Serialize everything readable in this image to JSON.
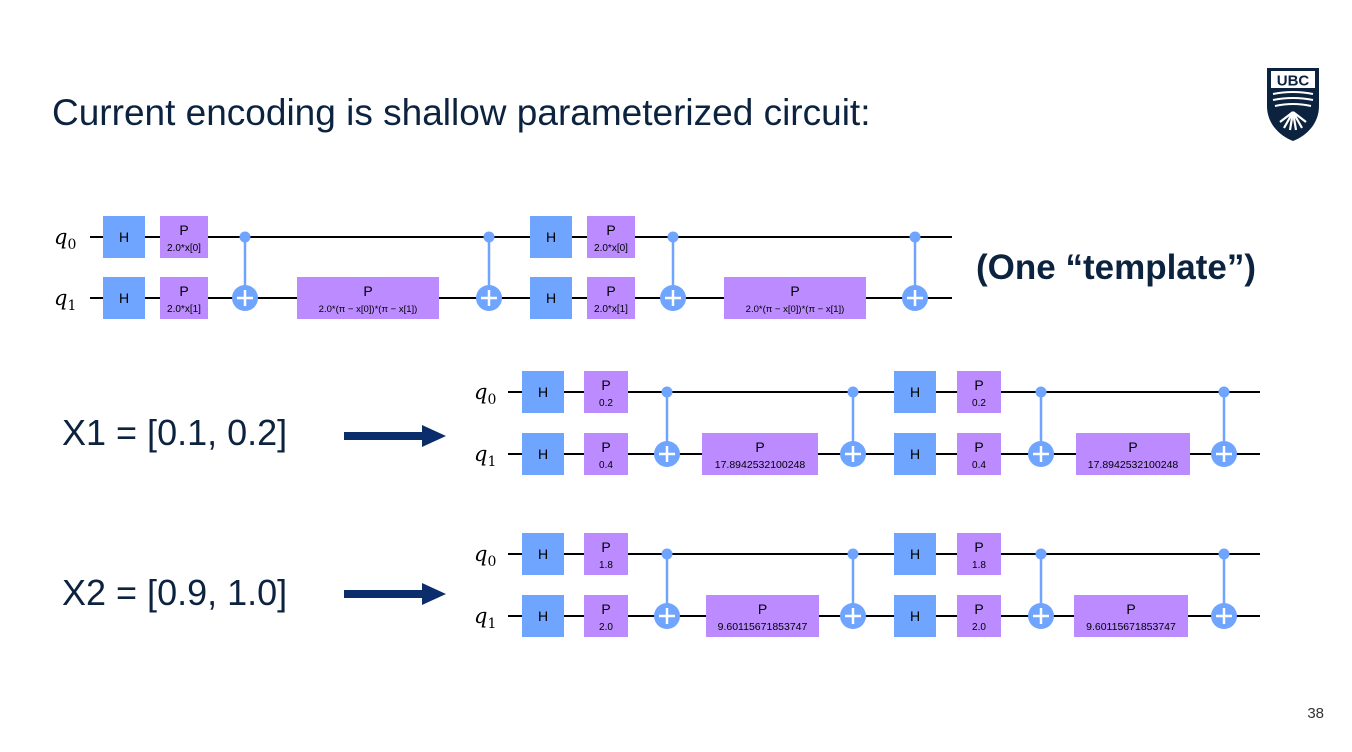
{
  "slide": {
    "title": "Current encoding is shallow parameterized circuit:",
    "template_label": "(One “template”)",
    "page_number": "38",
    "logo_text": "UBC"
  },
  "colors": {
    "h_gate": "#6fa4ff",
    "p_gate": "#bb8bff",
    "cnot": "#6fa4ff",
    "wire": "#000000",
    "text": "#0c2340"
  },
  "qubits": [
    {
      "letter": "q",
      "sub": "0"
    },
    {
      "letter": "q",
      "sub": "1"
    }
  ],
  "circuits": [
    {
      "id": "template",
      "h_label": "H",
      "p_label": "P",
      "p0": "2.0*x[0]",
      "p1": "2.0*x[1]",
      "pmid": "2.0*(π − x[0])*(π − x[1])"
    },
    {
      "id": "x1",
      "input_label": "X1 = [0.1, 0.2]",
      "h_label": "H",
      "p_label": "P",
      "p0": "0.2",
      "p1": "0.4",
      "pmid": "17.8942532100248"
    },
    {
      "id": "x2",
      "input_label": "X2 = [0.9, 1.0]",
      "h_label": "H",
      "p_label": "P",
      "p0": "1.8",
      "p1": "2.0",
      "pmid": "9.60115671853747"
    }
  ]
}
